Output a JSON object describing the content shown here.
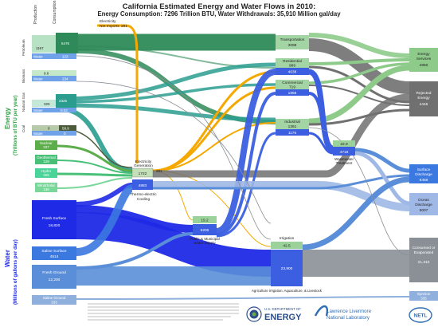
{
  "title": "California Estimated Energy and Water Flows in 2010:",
  "subtitle": "Energy Consumption: 7296 Trillion BTU,  Water Withdrawals: 35,910 Million gal/day",
  "axis": {
    "energy_label": "Energy",
    "energy_unit": "(Trillions of BTU per year)",
    "water_label": "Water",
    "water_unit": "(Millions of gallons per day)"
  },
  "column_headers": {
    "production": "Production",
    "consumption": "Consumption"
  },
  "sources": {
    "petroleum": {
      "name": "Petroleum",
      "prod": "1167",
      "cons": "5476",
      "water_label": "Water",
      "water": "123"
    },
    "biomass": {
      "name": "Biomass",
      "energy": "9.6",
      "water_label": "Water",
      "water": "234"
    },
    "natural_gas": {
      "name": "Natural Gas",
      "prod": "320",
      "cons": "2325",
      "water_label": "Water",
      "water": "0.02"
    },
    "coal": {
      "name": "Coal",
      "prod": "0",
      "cons": "58.9",
      "water_label": "Water",
      "water": "0"
    },
    "nuclear": {
      "name": "Nuclear",
      "value": "337"
    },
    "geothermal": {
      "name": "Geothermal",
      "value": "128"
    },
    "hydro": {
      "name": "Hydro",
      "value": "326"
    },
    "wind_solar": {
      "name": "Wind/Solar",
      "value": "136"
    },
    "fresh_surface": {
      "name": "Fresh Surface",
      "value": "18,820"
    },
    "saline_surface": {
      "name": "Saline Surface",
      "value": "4514"
    },
    "fresh_ground": {
      "name": "Fresh Ground",
      "value": "12,200"
    },
    "saline_ground": {
      "name": "Saline Ground",
      "value": "333"
    }
  },
  "hubs": {
    "electricity_imports": {
      "name": "Electricity Net Imports",
      "value": "281"
    },
    "generation": {
      "name": "Electricity Generation",
      "energy": "1722",
      "water": "4883",
      "water_name": "Thermo-electric Cooling",
      "annotation": "281"
    },
    "public_supply": {
      "energy": "19.2",
      "water": "5206",
      "name": "Public & Municipal Water Supply"
    },
    "irrigation": {
      "name": "Irrigation",
      "energy": "42.5",
      "water": "23,900",
      "footer": "Agriculture Irrigation, Aquaculture, & Livestock"
    },
    "wastewater": {
      "energy": "22.9",
      "water": "4718",
      "name": "Wastewater Treatment"
    }
  },
  "sectors": {
    "transportation": {
      "name": "Transportation",
      "value": "3098"
    },
    "residential": {
      "name": "Residential",
      "energy": "989",
      "water": "4038"
    },
    "commercial": {
      "name": "Commercial",
      "energy": "719",
      "water": "1868"
    },
    "industrial": {
      "name": "Industrial",
      "energy": "1361",
      "water": "1175"
    }
  },
  "sinks": {
    "energy_services": {
      "name": "Energy Services",
      "value": "2850"
    },
    "rejected_energy": {
      "name": "Rejected Energy",
      "value": "4446"
    },
    "surface_discharge": {
      "name": "Surface Discharge",
      "value": "8458"
    },
    "ocean_discharge": {
      "name": "Ocean Discharge",
      "value": "6007"
    },
    "consumed": {
      "name": "Consumed or Evaporated",
      "value": "21,310"
    },
    "injection": {
      "name": "Injection",
      "value": "335"
    }
  },
  "logos": {
    "doe_line1": "U.S. DEPARTMENT OF",
    "doe_line2": "ENERGY",
    "llnl_line1": "Lawrence Livermore",
    "llnl_line2": "National Laboratory",
    "netl": "NETL"
  },
  "colors": {
    "petroleum": "#2e8a58",
    "natural_gas": "#2a9d8f",
    "coal": "#4c5b3a",
    "nuclear": "#5cae4a",
    "renewable": "#48c078",
    "electricity": "#f5a800",
    "fresh_water": "#1f2ae6",
    "saline_water": "#3b78e0",
    "ground_water": "#5a8ed8",
    "services": "#8ecb8a",
    "rejected": "#707070",
    "consumed": "#8a9096"
  }
}
